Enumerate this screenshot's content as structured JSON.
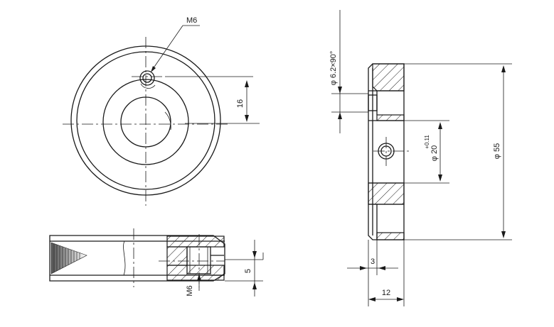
{
  "labels": {
    "thread_top": "M6",
    "thread_side": "M6",
    "dim_16": "16",
    "dim_5": "5",
    "dim_3": "3",
    "dim_12": "12",
    "countersink_prefix": "φ",
    "countersink_value": "6.2×90°",
    "bore_prefix": "φ",
    "bore_value": "20",
    "bore_tolerance": "+0.11",
    "outer_prefix": "φ",
    "outer_value": "55"
  }
}
